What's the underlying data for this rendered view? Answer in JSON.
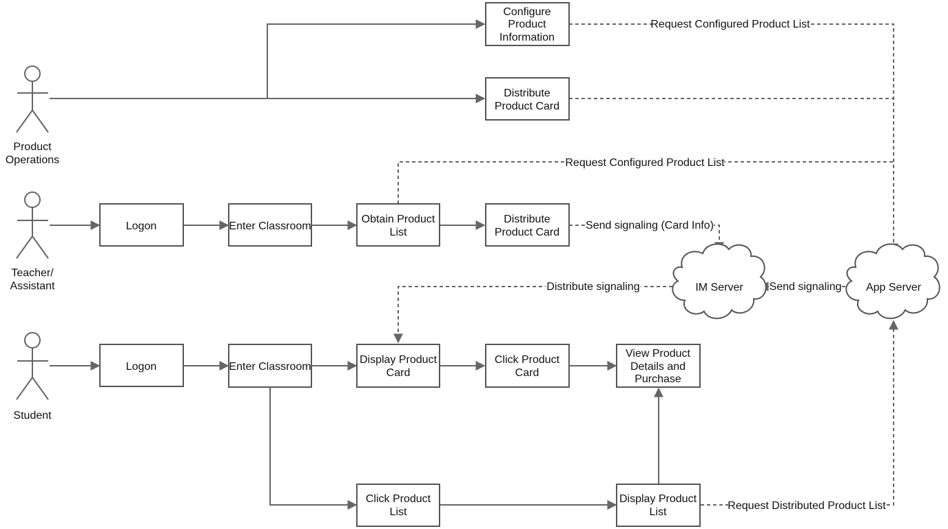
{
  "actors": {
    "product_ops": [
      "Product",
      "Operations"
    ],
    "teacher": [
      "Teacher/",
      "Assistant"
    ],
    "student": [
      "Student"
    ]
  },
  "boxes": {
    "configure": [
      "Configure",
      "Product",
      "Information"
    ],
    "distribute_ops": [
      "Distribute",
      "Product Card"
    ],
    "logon_t": [
      "Logon"
    ],
    "enter_t": [
      "Enter Classroom"
    ],
    "obtain": [
      "Obtain Product",
      "List"
    ],
    "distribute_t": [
      "Distribute",
      "Product Card"
    ],
    "logon_s": [
      "Logon"
    ],
    "enter_s": [
      "Enter Classroom"
    ],
    "display_card": [
      "Display Product",
      "Card"
    ],
    "click_card": [
      "Click Product",
      "Card"
    ],
    "view_details": [
      "View Product",
      "Details and",
      "Purchase"
    ],
    "click_list": [
      "Click Product",
      "List"
    ],
    "display_list": [
      "Display Product",
      "List"
    ]
  },
  "servers": {
    "im": "IM Server",
    "app": "App Server"
  },
  "edge_labels": {
    "req_configured_top": "Request Configured Product List",
    "req_configured_mid": "Request Configured Product List",
    "send_signaling_card": "Send signaling (Card Info)",
    "distribute_signaling": "Distribute signaling",
    "send_signaling": "Send signaling",
    "req_distributed": "Request Distributed Product List"
  }
}
